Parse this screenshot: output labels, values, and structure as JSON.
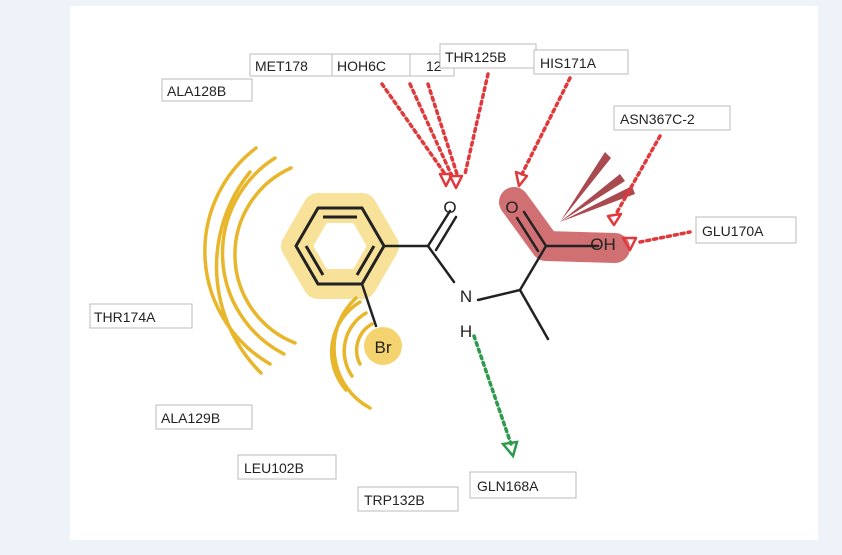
{
  "residues": {
    "ala128b": "ALA128B",
    "met178": "MET178",
    "hoh6c": "HOH6C",
    "hoh12": "12",
    "thr125b": "THR125B",
    "his171a": "HIS171A",
    "asn367c": "ASN367C-2",
    "glu170a": "GLU170A",
    "thr174a": "THR174A",
    "ala129b": "ALA129B",
    "leu102b": "LEU102B",
    "trp132b": "TRP132B",
    "gln168a": "GLN168A"
  },
  "atoms": {
    "o_amide": "O",
    "o_acid": "O",
    "oh": "OH",
    "n": "N",
    "h": "H",
    "br": "Br"
  },
  "colors": {
    "hydrophobic": "#e8b62a",
    "hydrophobic_fill": "#f7dc86",
    "hbond_red": "#e0393c",
    "hbond_green": "#2e9a4c",
    "acid_fill": "#c9575b",
    "wedge": "#9b2b33"
  }
}
